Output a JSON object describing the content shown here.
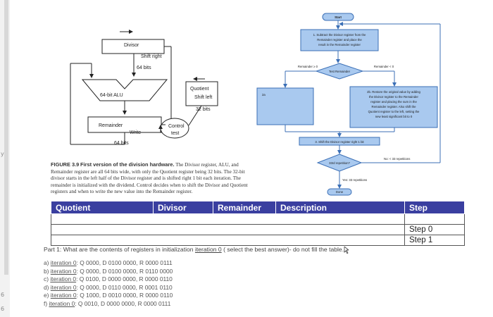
{
  "left_gutter": {
    "marks": [
      "y",
      "6",
      "6"
    ]
  },
  "figure_left": {
    "divisor_label": "Divisor",
    "divisor_shift": "Shift right",
    "divisor_bits": "64 bits",
    "alu_label": "64-bit ALU",
    "quotient_label": "Quotient",
    "quotient_shift": "Shift left",
    "quotient_bits": "32 bits",
    "remainder_label": "Remainder",
    "remainder_write": "Write",
    "remainder_bits": "64 bits",
    "control_label": "Control",
    "control_test": "test"
  },
  "caption": {
    "label": "FIGURE 3.9",
    "title": "First version of the division hardware.",
    "text": "The Divisor register, ALU, and Remainder register are all 64 bits wide, with only the Quotient register being 32 bits. The 32-bit divisor starts in the left half of the Divisor register and is shifted right 1 bit each iteration. The remainder is initialized with the dividend. Control decides when to shift the Divisor and Quotient registers and when to write the new value into the Remainder register."
  },
  "flowchart": {
    "start": "Start",
    "step1": [
      "1. Subtract the Divisor register from the",
      "Remainder register and place the",
      "result in the Remainder register"
    ],
    "test": "Test Remainder",
    "rem_ge": "Remainder ≥ 0",
    "rem_lt": "Remainder < 0",
    "step2a": "2a",
    "step2b": [
      "2b. Restore the original value by adding",
      "the Divisor register to the Remainder",
      "register and placing the sum in the",
      "Remainder register. Also shift the",
      "Quotient register to the left, setting the",
      "new least significant bit to 0"
    ],
    "step3": "3. Shift the Divisor register right 1 bit",
    "repetition": "33rd repetition?",
    "no_branch": "No: < 33 repetitions",
    "yes_branch": "Yes: 33 repetitions",
    "done": "Done"
  },
  "table": {
    "headers": {
      "quotient": "Quotient",
      "divisor": "Divisor",
      "remainder": "Remainder",
      "description": "Description",
      "step": "Step"
    },
    "rows": [
      {
        "step": ""
      },
      {
        "step": "Step 0"
      },
      {
        "step": "Step 1"
      }
    ]
  },
  "question": {
    "prefix": "Part 1: What are the contents of registers in initialization ",
    "iter": "iteration 0",
    "suffix": " ( select the best answer)- do not fill the table."
  },
  "options": [
    {
      "letter": "a)",
      "iter": "iteration 0",
      "text": ": Q 0000, D 0100 0000, R 0000 0111"
    },
    {
      "letter": "b)",
      "iter": "iteration 0",
      "text": ": Q 0000, D 0100 0000, R 0110 0000"
    },
    {
      "letter": "c)",
      "iter": "iteration 0",
      "text": ": Q 0100, D 0000 0000, R 0000 0110"
    },
    {
      "letter": "d)",
      "iter": "iteration 0",
      "text": ": Q 0000, D 0110 0000, R 0001 0110"
    },
    {
      "letter": "e)",
      "iter": "iteration 0",
      "text": ": Q 1000, D 0010 0000, R 0000 0110"
    },
    {
      "letter": "f)",
      "iter": "iteration 0",
      "text": ": Q 0010, D 0000 0000, R 0000 0111"
    }
  ],
  "colors": {
    "header_bg": "#3a3fa0",
    "flow_box": "#a9c9ef",
    "flow_stroke": "#3b6fb6"
  }
}
